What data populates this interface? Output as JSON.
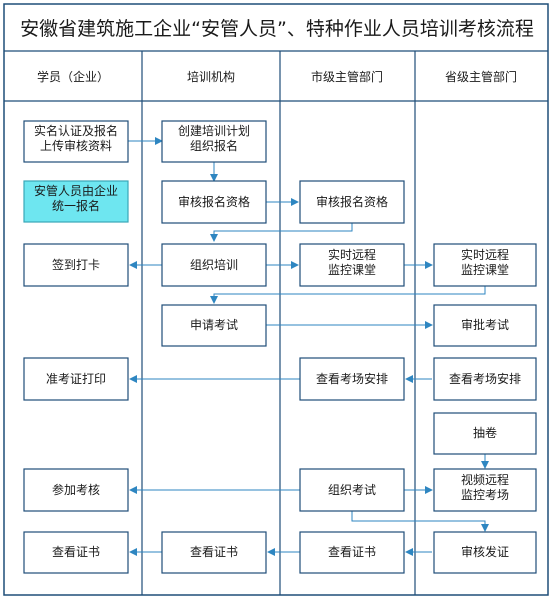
{
  "title": "安徽省建筑施工企业“安管人员”、特种作业人员培训考核流程",
  "lanes": [
    "学员（企业）",
    "培训机构",
    "市级主管部门",
    "省级主管部门"
  ],
  "nodes": {
    "n1": "实名认证及报名\n上传审核资料",
    "n2": "创建培训计划\n组织报名",
    "n3": "安管人员由企业\n统一报名",
    "n4": "审核报名资格",
    "n5": "审核报名资格",
    "n6": "签到打卡",
    "n7": "组织培训",
    "n8": "实时远程\n监控课堂",
    "n9": "实时远程\n监控课堂",
    "n10": "申请考试",
    "n11": "审批考试",
    "n12": "准考证打印",
    "n13": "查看考场安排",
    "n14": "查看考场安排",
    "n15": "抽卷",
    "n16": "参加考核",
    "n17": "组织考试",
    "n18": "视频远程\n监控考场",
    "n19": "查看证书",
    "n20": "查看证书",
    "n21": "查看证书",
    "n22": "审核发证"
  },
  "colors": {
    "frame": "#1f4e79",
    "arrow": "#2e86c1",
    "highlight": "#6ee6f0"
  }
}
